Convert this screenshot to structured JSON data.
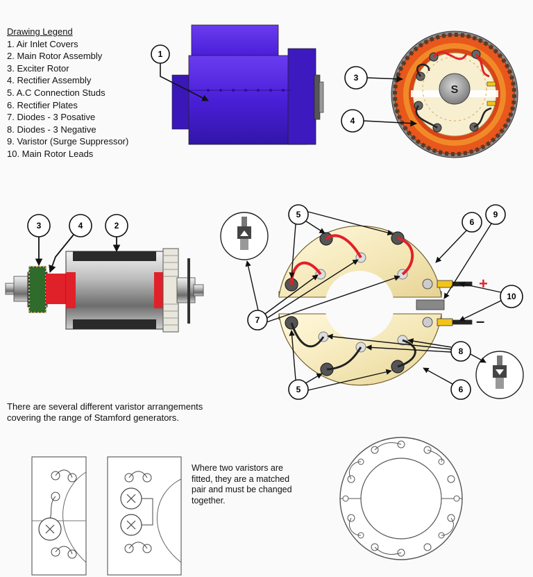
{
  "legend": {
    "title": "Drawing Legend",
    "items": [
      "1. Air Inlet Covers",
      "2. Main Rotor Assembly",
      "3. Exciter Rotor",
      "4. Rectifier Assembly",
      "5. A.C Connection Studs",
      "6. Rectifier Plates",
      "7. Diodes - 3  Posative",
      "8. Diodes - 3  Negative",
      "9. Varistor (Surge Suppressor)",
      "10. Main Rotor Leads"
    ]
  },
  "callouts": {
    "n1": "1",
    "n2": "2",
    "n3": "3",
    "n4": "4",
    "n5": "5",
    "n6": "6",
    "n7": "7",
    "n8": "8",
    "n9": "9",
    "n10": "10"
  },
  "exciter_pole_label": "S",
  "polarity": {
    "positive": "+",
    "negative": "–"
  },
  "captions": {
    "varistor_note": [
      "There are several different varistor arrangements",
      "covering the range of Stamford generators."
    ],
    "matched_pair_note": [
      "Where two varistors are",
      "fitted, they are a matched",
      "pair and must be changed",
      "together."
    ]
  },
  "colors": {
    "generator_body": "#4a1fd8",
    "exciter_ring": "#e8571c",
    "plate_fill": "#f6eec6",
    "red_lead": "#e0212a",
    "diode_yellow": "#f2c41a"
  }
}
